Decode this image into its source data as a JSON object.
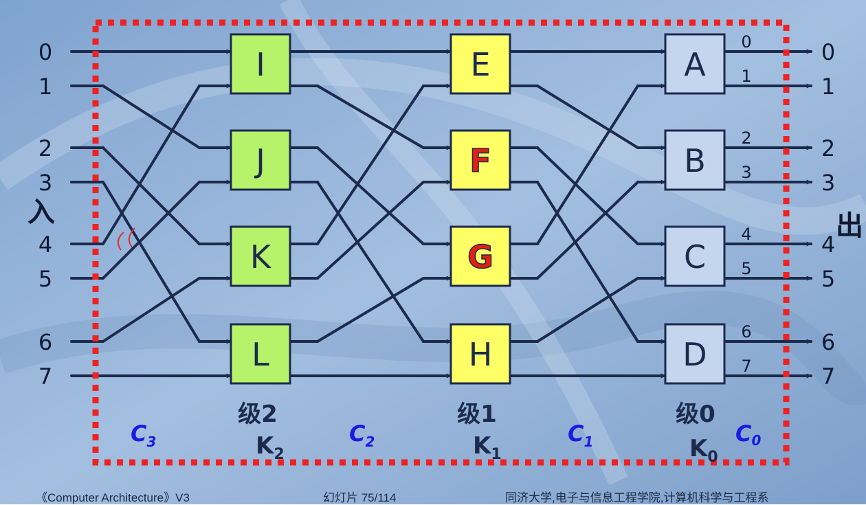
{
  "inputs": {
    "side_label": "入",
    "labels": [
      "0",
      "1",
      "2",
      "3",
      "4",
      "5",
      "6",
      "7"
    ]
  },
  "outputs": {
    "side_label": "出",
    "labels": [
      "0",
      "1",
      "2",
      "3",
      "4",
      "5",
      "6",
      "7"
    ],
    "port_labels": [
      "0",
      "1",
      "2",
      "3",
      "4",
      "5",
      "6",
      "7"
    ]
  },
  "stage2": {
    "switches": [
      "I",
      "J",
      "K",
      "L"
    ],
    "title": "级2",
    "k_base": "K",
    "k_sub": "2"
  },
  "stage1": {
    "switches": [
      "E",
      "F",
      "G",
      "H"
    ],
    "title": "级1",
    "k_base": "K",
    "k_sub": "1"
  },
  "stage0": {
    "switches": [
      "A",
      "B",
      "C",
      "D"
    ],
    "title": "级0",
    "k_base": "K",
    "k_sub": "0"
  },
  "connections": [
    {
      "base": "C",
      "sub": "3"
    },
    {
      "base": "C",
      "sub": "2"
    },
    {
      "base": "C",
      "sub": "1"
    },
    {
      "base": "C",
      "sub": "0"
    }
  ],
  "colors": {
    "stage2_fill": "#b6f36a",
    "stage1_fill": "#ffff66",
    "stage0_fill": "#c4d6ee",
    "line": "#1c2a4c",
    "highlight_text": "#e02010",
    "dash_border": "#ee2222",
    "c_label": "#1a1ae0"
  },
  "footer": {
    "left": "《Computer Architecture》V3",
    "center": "幻灯片 75/114",
    "right": "同济大学,电子与信息工程学院,计算机科学与工程系"
  }
}
